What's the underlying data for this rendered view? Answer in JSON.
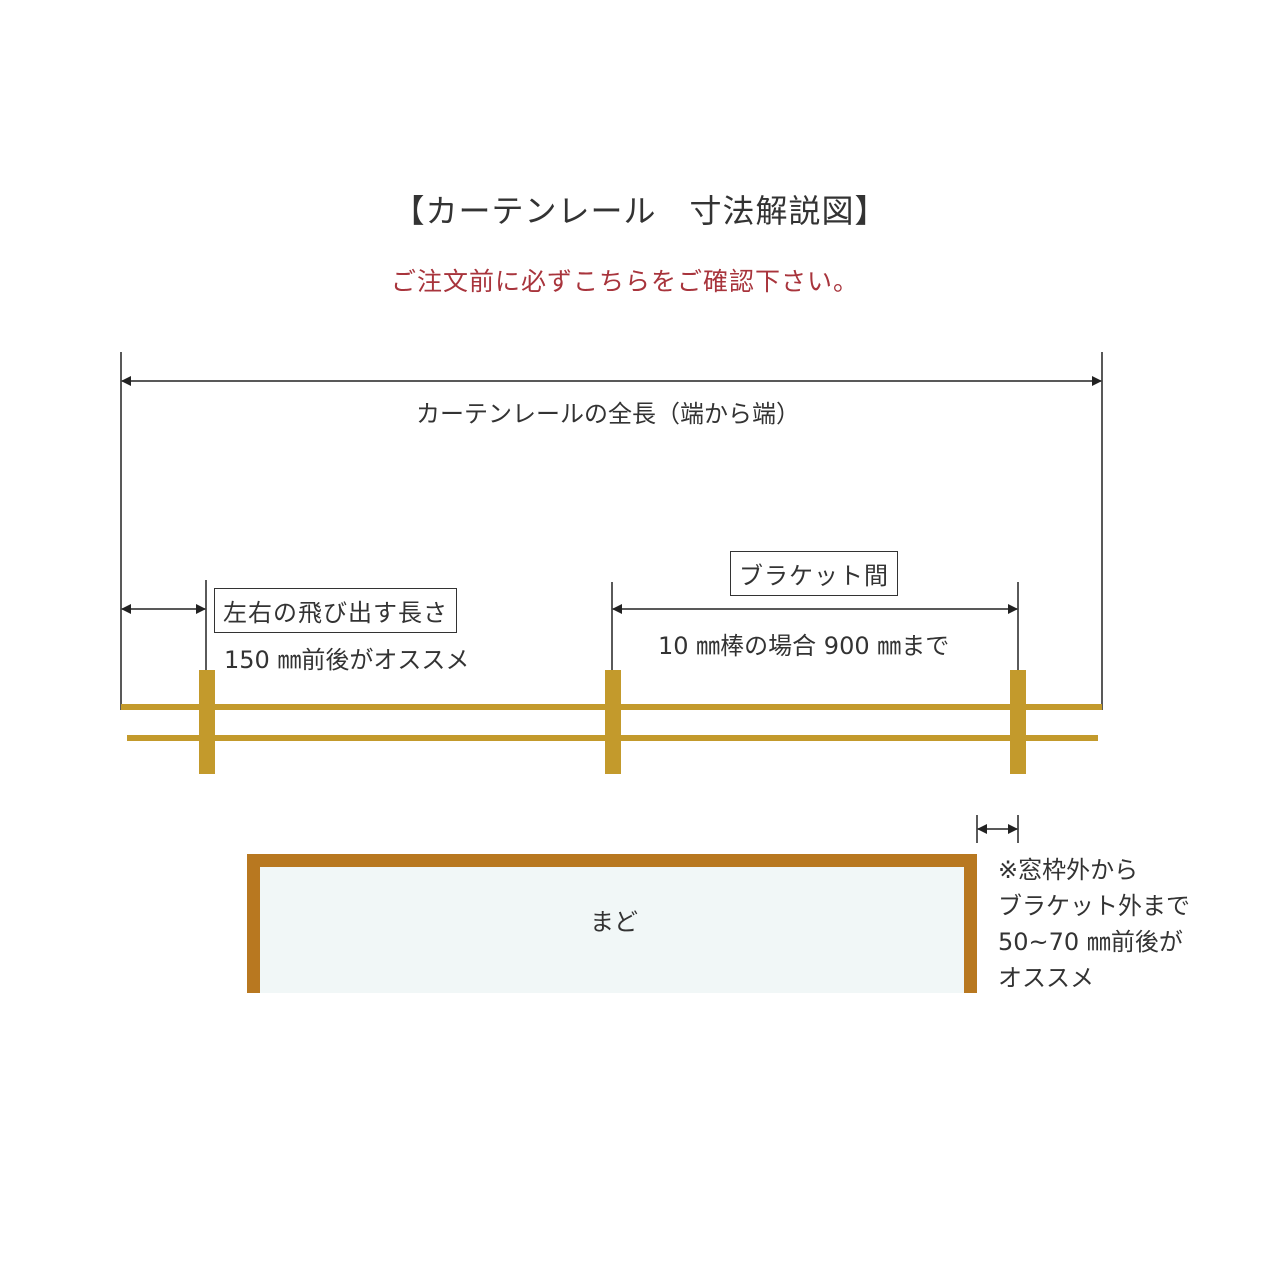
{
  "title": "【カーテンレール　寸法解説図】",
  "subtitle": "ご注文前に必ずこちらをご確認下さい。",
  "colors": {
    "subtitle": "#a8343c",
    "rail": "#c39a2c",
    "window_frame": "#b87820",
    "window_glass": "#f1f7f7",
    "lines": "#222222"
  },
  "labels": {
    "total_length": "カーテンレールの全長（端から端）",
    "overhang_box": "左右の飛び出す長さ",
    "overhang_value": "150 ㎜前後がオススメ",
    "bracket_box": "ブラケット間",
    "bracket_value": "10 ㎜棒の場合 900 ㎜まで",
    "window": "まど",
    "note_lines": [
      "※窓枠外から",
      "ブラケット外まで",
      "50~70 ㎜前後が",
      "オススメ"
    ]
  }
}
